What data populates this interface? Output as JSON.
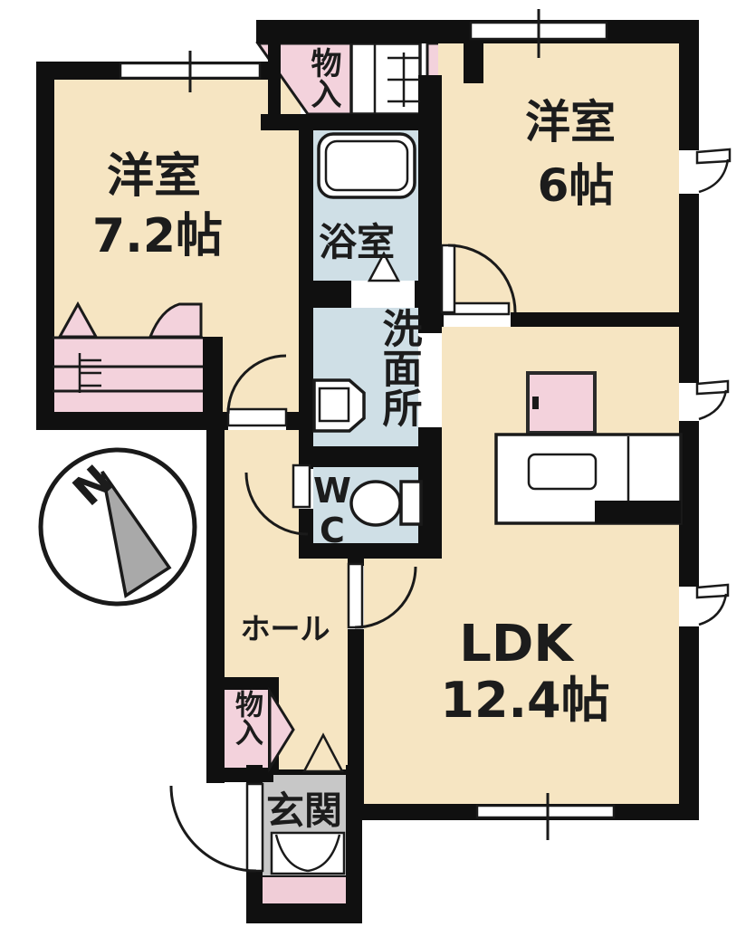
{
  "plan": {
    "type": "apartment-floor-plan",
    "rooms": {
      "western_room_1": {
        "name": "洋室",
        "size": "7.2帖"
      },
      "western_room_2": {
        "name": "洋室",
        "size": "6帖"
      },
      "ldk": {
        "name": "LDK",
        "size": "12.4帖"
      },
      "bath": {
        "label": "浴室"
      },
      "washroom": {
        "label": "洗面所"
      },
      "toilet": {
        "label": "WC"
      },
      "hall": {
        "label": "ホール"
      },
      "entrance": {
        "label": "玄関"
      },
      "storage_top": {
        "label": "物入"
      },
      "storage_hall": {
        "label": "物入"
      }
    },
    "compass": {
      "label": "N"
    }
  },
  "colors": {
    "room_fill": "#f6e5c2",
    "wet_fill": "#cfdfe6",
    "closet_fill": "#f3d2dc",
    "entrance_fill": "#c7c7c7",
    "step_fill": "#f0cdd7",
    "wall": "#101010",
    "line": "#1a1a1a",
    "text": "#1c1c1c",
    "compass_arrow": "#a9a9a9"
  }
}
